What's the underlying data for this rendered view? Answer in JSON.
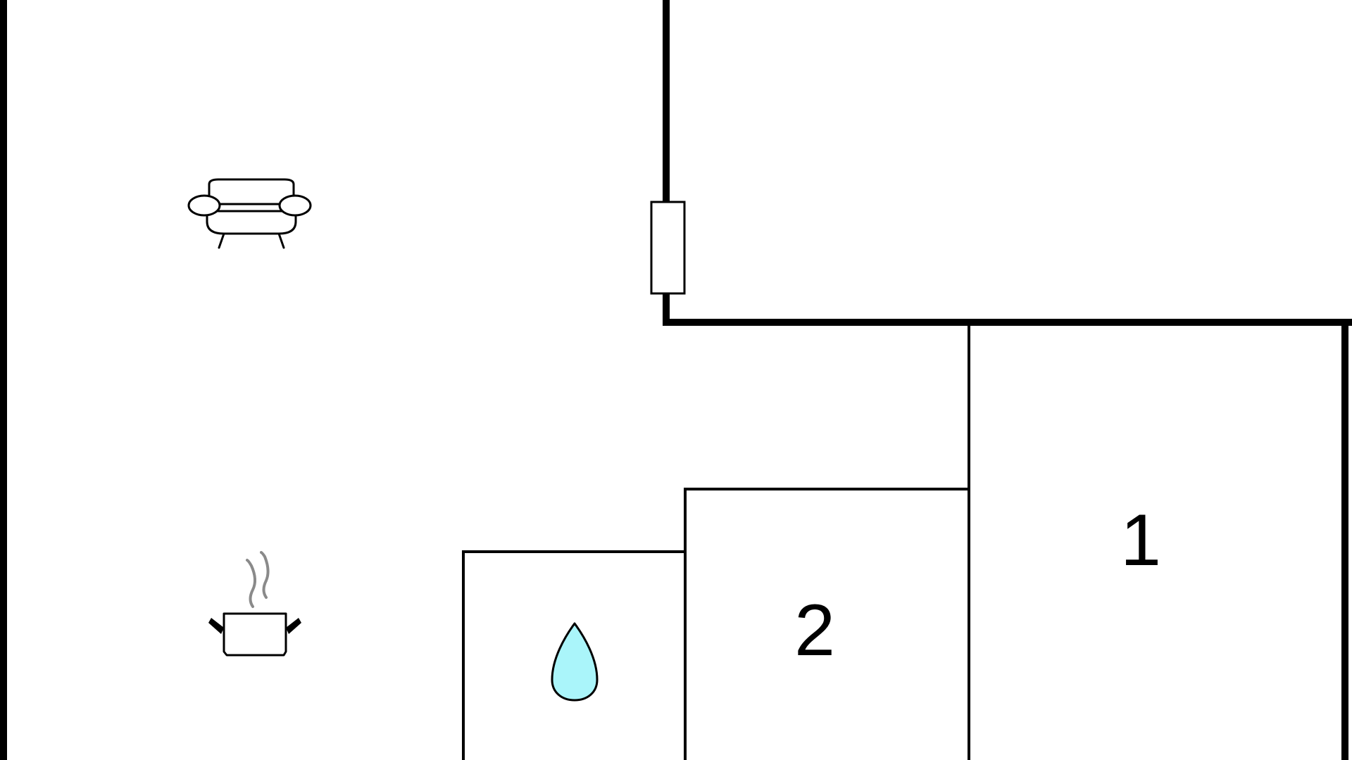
{
  "plan": {
    "rooms": [
      {
        "id": "bedroom-1",
        "label": "1"
      },
      {
        "id": "bedroom-2",
        "label": "2"
      }
    ],
    "icons": [
      {
        "name": "sofa-icon",
        "meaning": "living-room"
      },
      {
        "name": "cooking-pot-icon",
        "meaning": "kitchen"
      },
      {
        "name": "water-drop-icon",
        "meaning": "bathroom"
      }
    ]
  },
  "colors": {
    "walls": "#000000",
    "background": "#ffffff",
    "water_drop_fill": "#aaf5fa",
    "steam": "#8a8a8a"
  }
}
